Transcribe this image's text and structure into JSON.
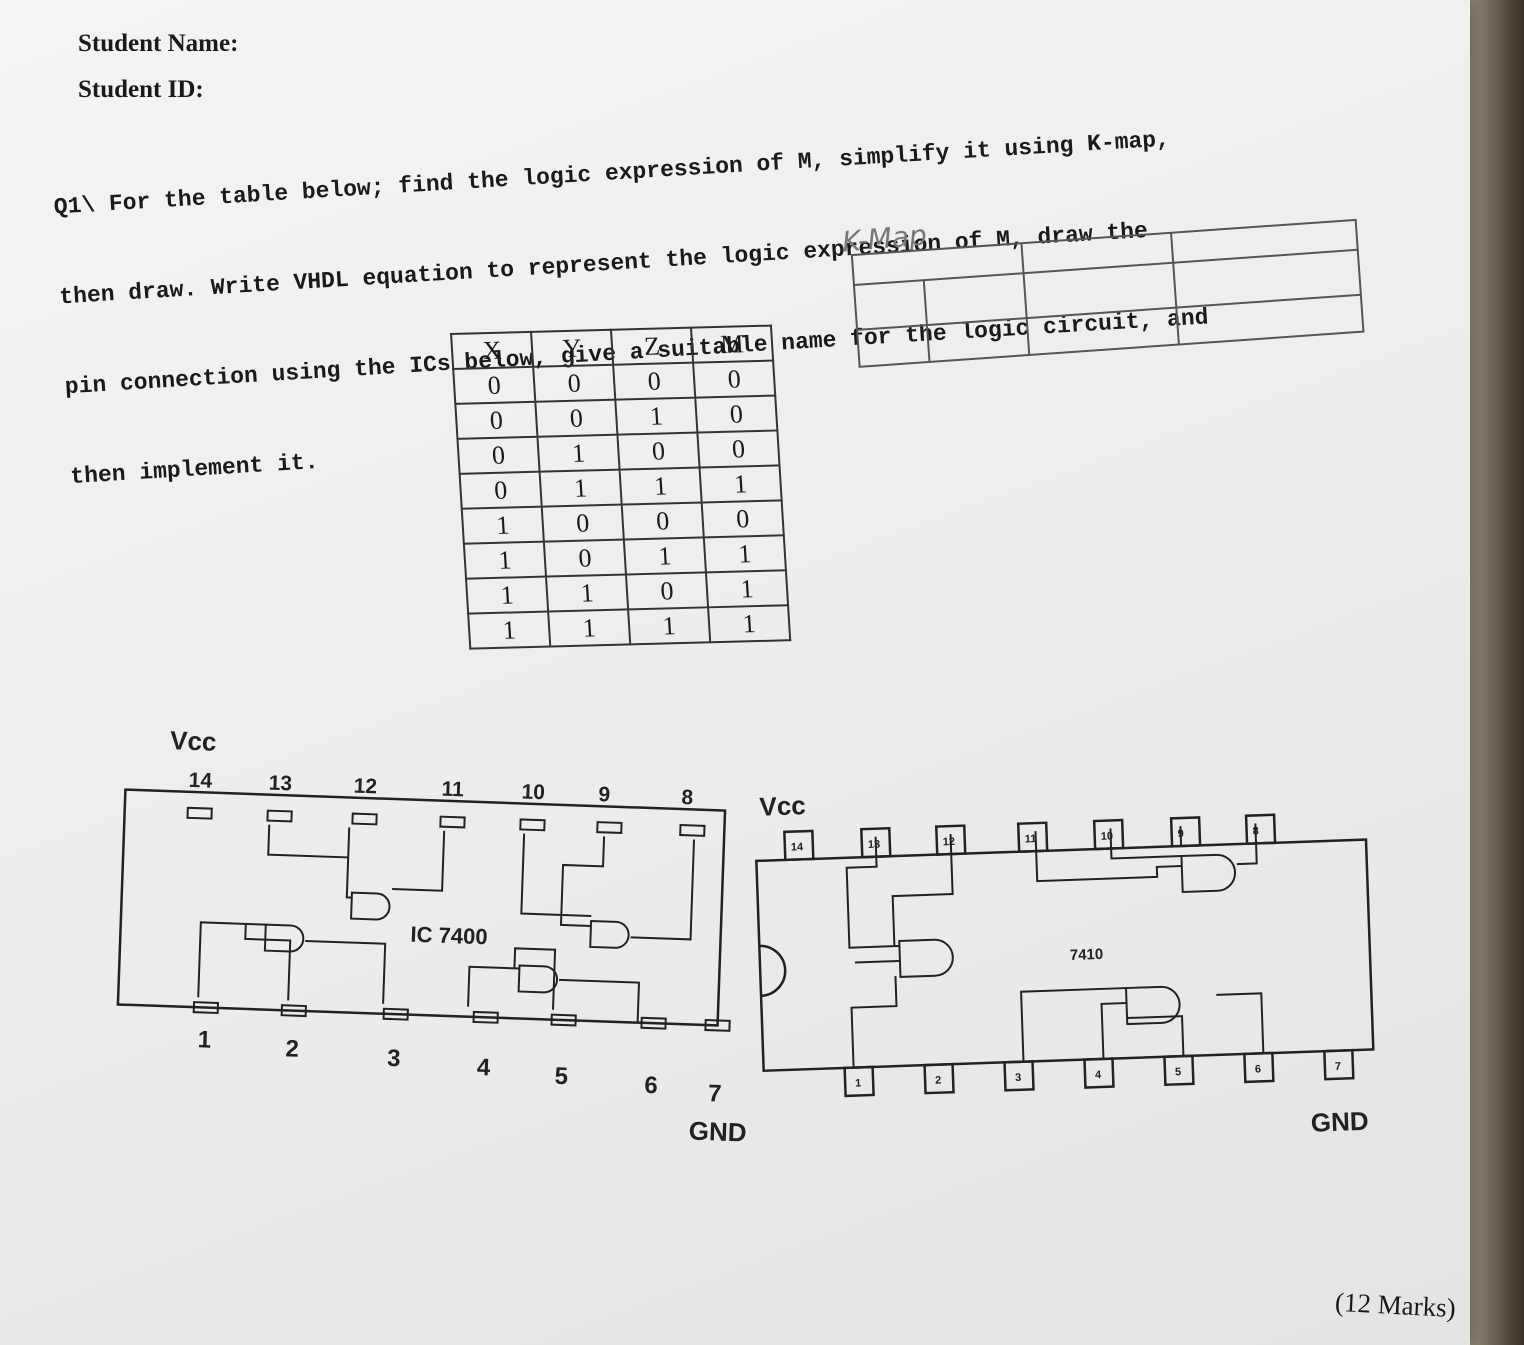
{
  "student_name_label": "Student Name:",
  "student_id_label": "Student ID:",
  "question": {
    "line1": "Q1\\ For the table below; find the logic expression of M, simplify it using K-map,",
    "line2": "then draw. Write VHDL equation to represent the logic expression of M, draw the",
    "line3": "pin connection using the ICs below, give a suitable name for the logic circuit, and",
    "line4": "then implement it."
  },
  "kmap_label": "K-Map",
  "truth_table": {
    "headers": [
      "X",
      "Y",
      "Z",
      "M"
    ],
    "rows": [
      [
        "0",
        "0",
        "0",
        "0"
      ],
      [
        "0",
        "0",
        "1",
        "0"
      ],
      [
        "0",
        "1",
        "0",
        "0"
      ],
      [
        "0",
        "1",
        "1",
        "1"
      ],
      [
        "1",
        "0",
        "0",
        "0"
      ],
      [
        "1",
        "0",
        "1",
        "1"
      ],
      [
        "1",
        "1",
        "0",
        "1"
      ],
      [
        "1",
        "1",
        "1",
        "1"
      ]
    ]
  },
  "ic1": {
    "name": "IC 7400",
    "vcc": "Vcc",
    "gnd": "GND",
    "top_pins": [
      "14",
      "13",
      "12",
      "11",
      "10",
      "9",
      "8"
    ],
    "bottom_pins": [
      "1",
      "2",
      "3",
      "4",
      "5",
      "6",
      "7"
    ]
  },
  "ic2": {
    "name": "7410",
    "vcc": "Vcc",
    "gnd": "GND",
    "top_pins": [
      "14",
      "13",
      "12",
      "11",
      "10",
      "9",
      "8"
    ],
    "bottom_pins": [
      "1",
      "2",
      "3",
      "4",
      "5",
      "6",
      "7"
    ]
  },
  "marks": "(12 Marks)"
}
